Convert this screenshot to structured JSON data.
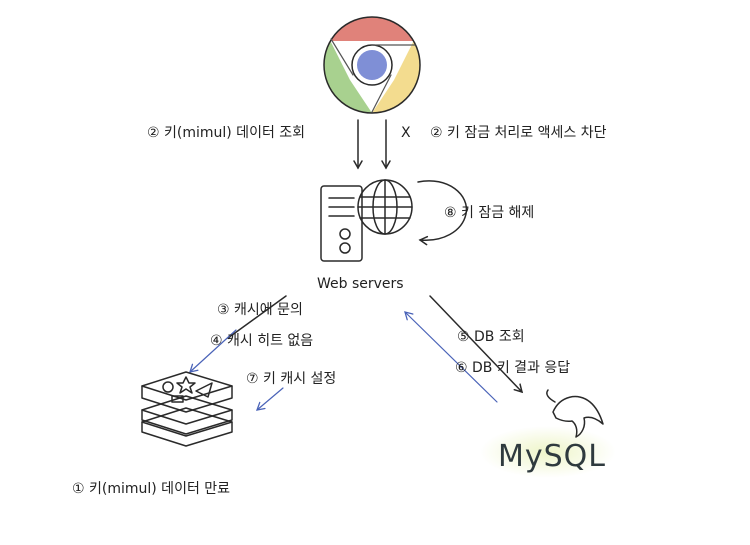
{
  "labels": {
    "step2_query": "② 키(mimul) 데이터 조회",
    "step2_x": "X",
    "step2_lock": "② 키 잠금 처리로 액세스 차단",
    "step8": "⑧ 키 잠금 해제",
    "web_servers": "Web servers",
    "step3": "③ 캐시에 문의",
    "step4": "④ 캐시 히트 없음",
    "step7": "⑦ 키 캐시 설정",
    "step5": "⑤ DB 조회",
    "step6": "⑥ DB 키 결과 응답",
    "step1": "① 키(mimul) 데이터 만료",
    "mysql": "MySQL"
  },
  "colors": {
    "chrome_red": "#e0827a",
    "chrome_yellow": "#f3dc8f",
    "chrome_green": "#a8d18f",
    "chrome_center": "#7f8fd6",
    "redis": "#d98d88",
    "mysql_glow": "#eef5c8",
    "arrow_blue": "#4a63b8"
  },
  "icons": [
    "chrome-browser-icon",
    "web-server-icon",
    "globe-icon",
    "redis-cache-icon",
    "mysql-dolphin-icon"
  ]
}
